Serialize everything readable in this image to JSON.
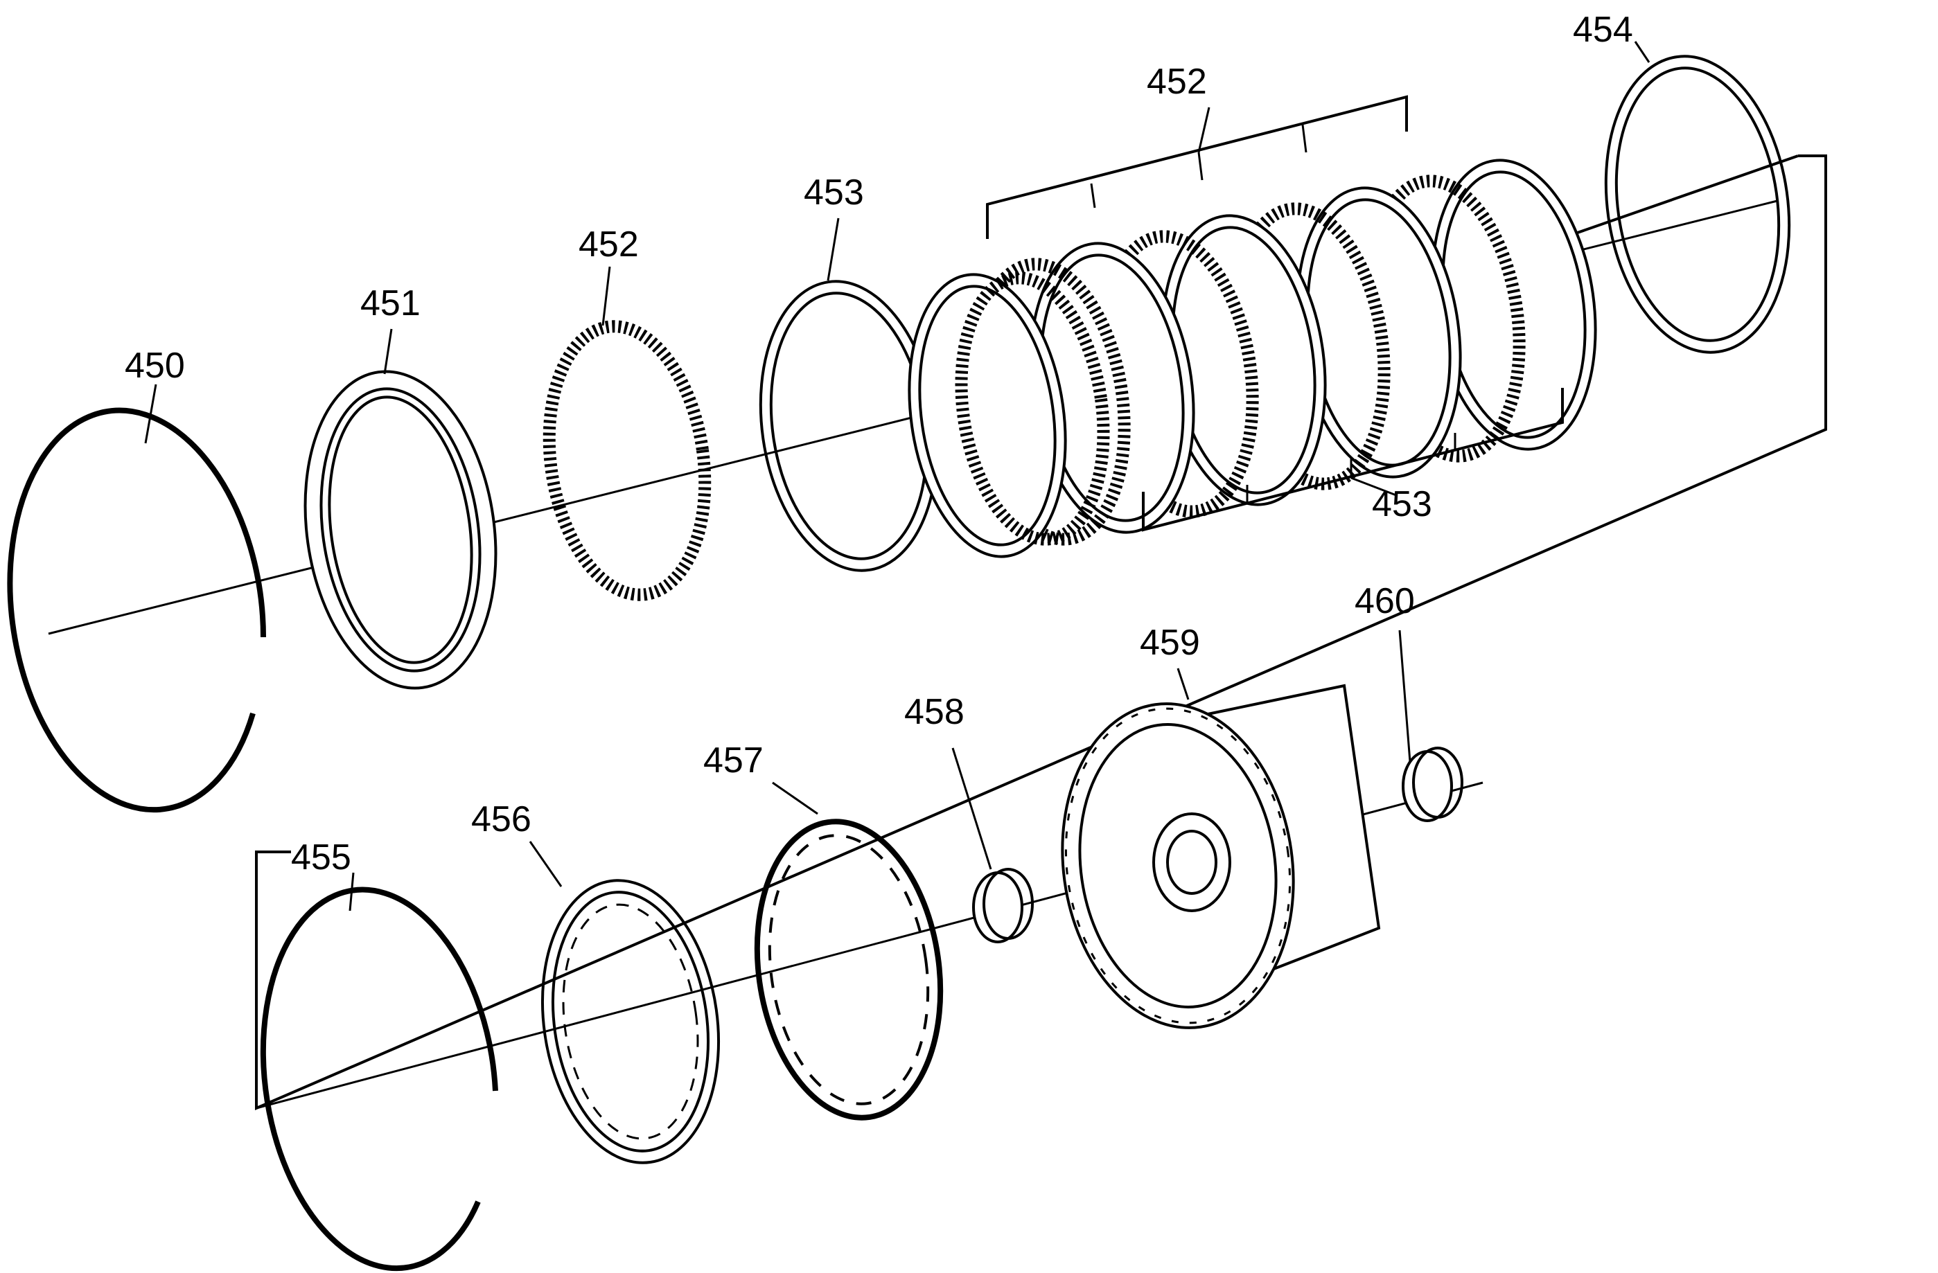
{
  "diagram": {
    "callouts": [
      {
        "id": "c450",
        "text": "450"
      },
      {
        "id": "c451",
        "text": "451"
      },
      {
        "id": "c452a",
        "text": "452"
      },
      {
        "id": "c453a",
        "text": "453"
      },
      {
        "id": "c452b",
        "text": "452"
      },
      {
        "id": "c454",
        "text": "454"
      },
      {
        "id": "c453b",
        "text": "453"
      },
      {
        "id": "c455",
        "text": "455"
      },
      {
        "id": "c456",
        "text": "456"
      },
      {
        "id": "c457",
        "text": "457"
      },
      {
        "id": "c458",
        "text": "458"
      },
      {
        "id": "c459",
        "text": "459"
      },
      {
        "id": "c460",
        "text": "460"
      }
    ]
  }
}
